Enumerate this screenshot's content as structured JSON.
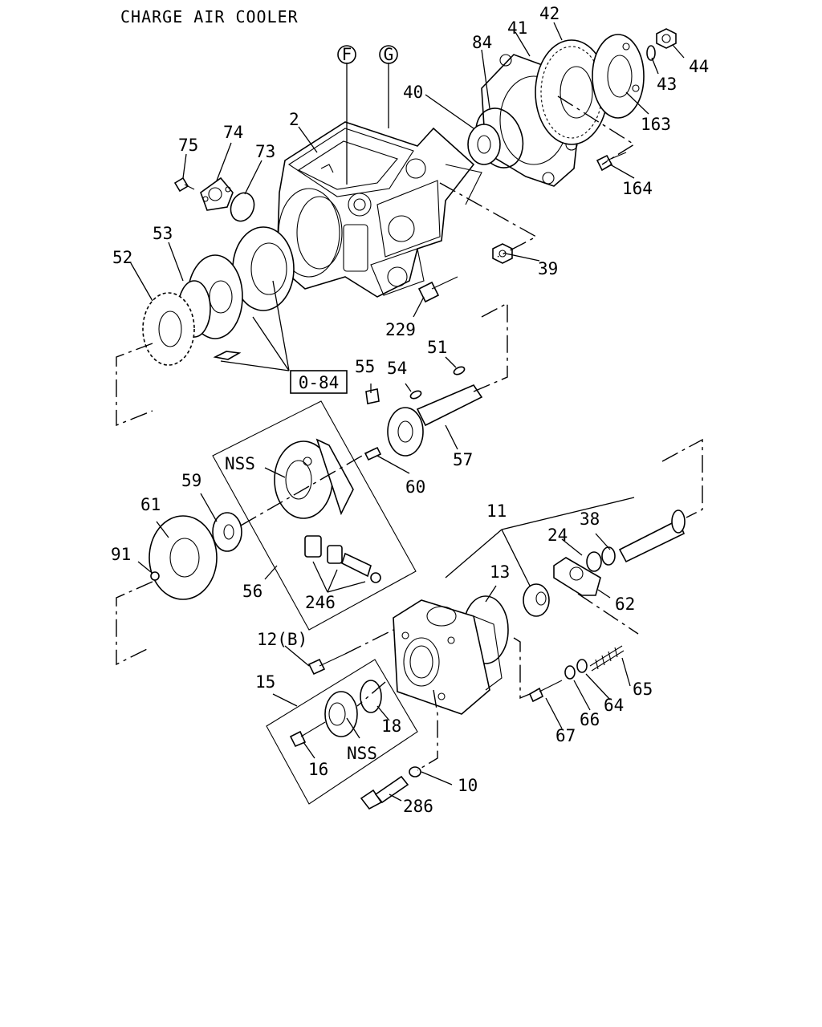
{
  "title": "CHARGE AIR COOLER",
  "ref_circles": [
    "F",
    "G"
  ],
  "boxed_ref": "0-84",
  "labels": {
    "p2": "2",
    "p10": "10",
    "p11": "11",
    "p12b": "12(B)",
    "p13": "13",
    "p15": "15",
    "p16": "16",
    "p18": "18",
    "p24": "24",
    "p38": "38",
    "p39": "39",
    "p40": "40",
    "p41": "41",
    "p42": "42",
    "p43": "43",
    "p44": "44",
    "p51": "51",
    "p52": "52",
    "p53": "53",
    "p54": "54",
    "p55": "55",
    "p56": "56",
    "p57": "57",
    "p59": "59",
    "p60": "60",
    "p61": "61",
    "p62": "62",
    "p64": "64",
    "p65": "65",
    "p66": "66",
    "p67": "67",
    "p73": "73",
    "p74": "74",
    "p75": "75",
    "p84": "84",
    "p91": "91",
    "p163": "163",
    "p164": "164",
    "p229": "229",
    "p246": "246",
    "p286": "286",
    "nss1": "NSS",
    "nss2": "NSS"
  }
}
